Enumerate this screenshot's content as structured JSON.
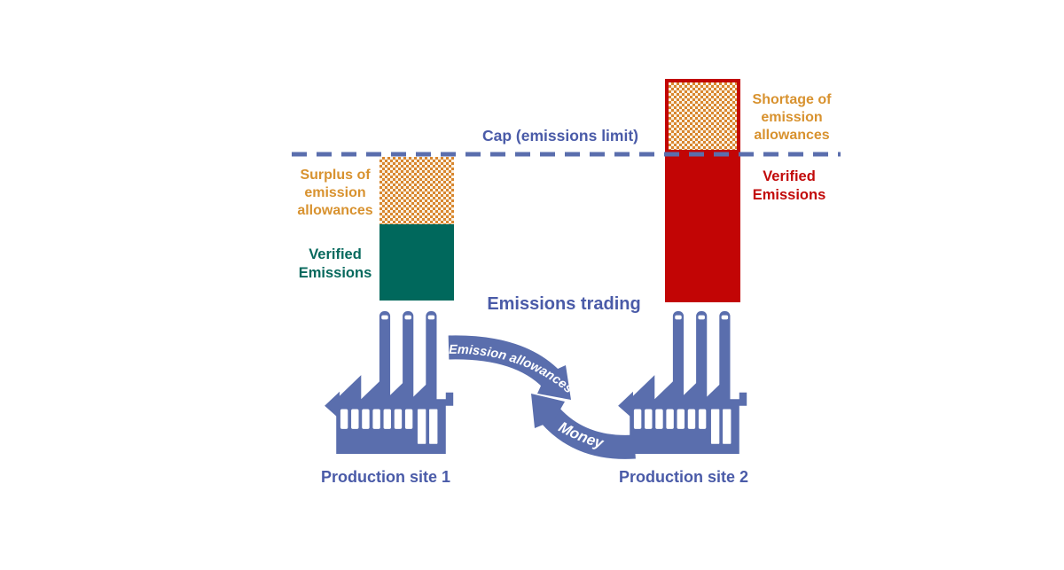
{
  "cap": {
    "label": "Cap (emissions limit)"
  },
  "trading": {
    "label": "Emissions trading"
  },
  "arrows": {
    "allowances_label": "Emission allowances",
    "money_label": "Money"
  },
  "site1": {
    "name": "Production site 1",
    "surplus_lines": [
      "Surplus of",
      "emission",
      "allowances"
    ],
    "verified_lines": [
      "Verified",
      "Emissions"
    ]
  },
  "site2": {
    "name": "Production site 2",
    "shortage_lines": [
      "Shortage of",
      "emission",
      "allowances"
    ],
    "verified_lines": [
      "Verified",
      "Emissions"
    ]
  },
  "colors": {
    "diagram_blue": "#5A6EAD",
    "text_blue": "#4A5BA8",
    "verified_teal": "#00685C",
    "verified_red": "#C20505",
    "allowance_orange": "#D8922F",
    "hatch_orange": "#D8862E",
    "hatch_background": "#FBF2E4"
  }
}
